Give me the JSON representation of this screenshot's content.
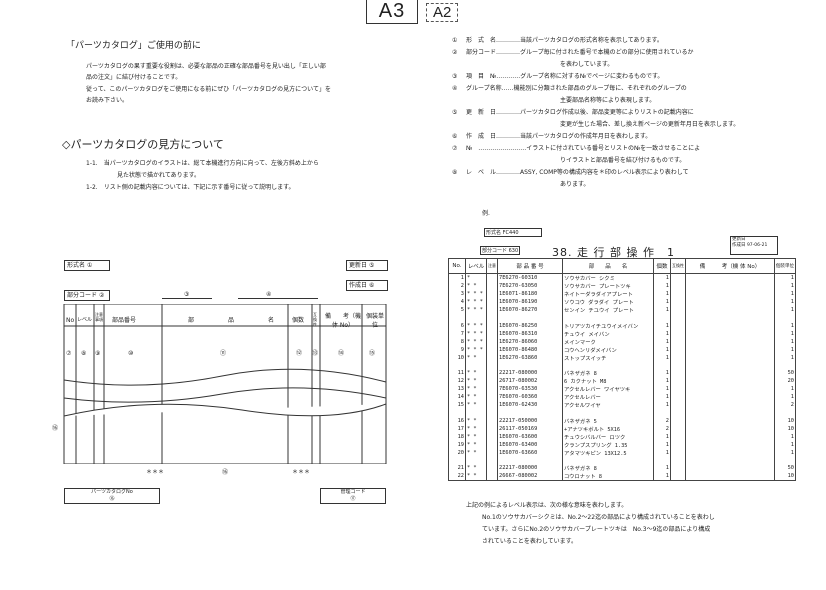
{
  "header": {
    "a3": "A3",
    "a2": "A2"
  },
  "left": {
    "title": "「パーツカタログ」ご使用の前に",
    "intro": [
      "パーツカタログの果す重要な役割は、必要な部品の正確な部品番号を見い出し「正しい部",
      "品の注文」に結び付けることです。",
      "従って、このパーツカタログをご使用になる前にぜひ「パーツカタログの見方について」を",
      "お読み下さい。"
    ],
    "section_title": "◇パーツカタログの見方について",
    "items": [
      "1-1.　当パーツカタログのイラストは、総て本機進行方向に向って、左後方斜め上から",
      "見た状態で描かれてあります。",
      "1-2.　リスト側の記載内容については、下記に示す番号に従って説明します。"
    ],
    "diagram": {
      "model_label": "形式名",
      "model_num": "①",
      "update_label": "更新日",
      "update_num": "⑤",
      "create_label": "作成日",
      "create_num": "⑥",
      "group_label": "部分コード",
      "group_num": "②",
      "num3": "③",
      "num4": "④",
      "cols": [
        "No",
        "レベル",
        "注意事項",
        "部品番号",
        "部",
        "品",
        "名",
        "個数",
        "互換性",
        "備　　考（機体 No）",
        "個装単位"
      ],
      "nums": [
        "⑦",
        "⑧",
        "⑨",
        "⑩",
        "⑪",
        "⑫",
        "⑬",
        "⑭",
        "⑮"
      ],
      "num16": "⑯",
      "stars": "＊＊＊",
      "catalog_no_label": "パーツカタログNo",
      "catalog_no_val": "⑯",
      "mgmt_label": "管理コード",
      "mgmt_val": "⑰"
    }
  },
  "right": {
    "defs": [
      {
        "n": "①",
        "text": "形　式　名…………当該パーツカタログの形式名称を表示してあります。"
      },
      {
        "n": "②",
        "text": "部分コード…………グループ毎に付された番号で本機のどの部分に使用されているか"
      },
      {
        "n": "",
        "text": "を表わしています。"
      },
      {
        "n": "③",
        "text": "項　目　№…………グループ名称に対する№でページに変わるものです。"
      },
      {
        "n": "④",
        "text": "グループ名称……機能別に分類された部品のグループ毎に、それぞれのグループの"
      },
      {
        "n": "",
        "text": "主要部品名称等により表現します。"
      },
      {
        "n": "⑤",
        "text": "更　新　日…………パーツカタログ作成以後、部品変更等によりリストの記載内容に"
      },
      {
        "n": "",
        "text": "変更が生じた場合、差し換え新ページの更新年月日を表示します。"
      },
      {
        "n": "⑥",
        "text": "作　成　日…………当該パーツカタログの作成年月日を表わします。"
      },
      {
        "n": "⑦",
        "text": "№　……………………イラストに付されている番号とリストの№を一致させることによ"
      },
      {
        "n": "",
        "text": "りイラストと部品番号を結び付けるものです。"
      },
      {
        "n": "⑧",
        "text": "レ　ベ　ル…………ASSY, COMP等の構成内容を＊印のレベル表示により表わして"
      },
      {
        "n": "",
        "text": "あります。"
      }
    ],
    "example_label": "例.",
    "ex_model_label": "形式名",
    "ex_model": "FC440",
    "ex_group_label": "部分コード",
    "ex_group": "630",
    "ex_title": "38. 走 行 部 操 作　1",
    "ex_update_label": "更新日",
    "ex_create_label": "作成日",
    "ex_date": "97-06-21",
    "ex_cols": [
      "No.",
      "レベル",
      "注意",
      "部 品 番 号",
      "部　　品　　名",
      "個数",
      "互換性",
      "備　　　考（機 体 No）",
      "個装単位"
    ],
    "rows": [
      [
        "1",
        "*",
        "7E6270-60310",
        "ソウサカバー シクミ",
        "1",
        "",
        "1"
      ],
      [
        "2",
        "* *",
        "7E6270-63050",
        "ソウサカバー プレートツキ",
        "1",
        "",
        "1"
      ],
      [
        "3",
        "* * *",
        "1E6071-86180",
        "ネイトーダラダイアプレート",
        "1",
        "",
        "1"
      ],
      [
        "4",
        "* * *",
        "1E6070-86190",
        "ソウコウ ダラダイ プレート",
        "1",
        "",
        "1"
      ],
      [
        "5",
        "* * *",
        "1E6070-86270",
        "センイン チユウイ プレート",
        "1",
        "",
        "1"
      ],
      [
        "6",
        "* * *",
        "1E6070-86250",
        "トリアツカイチユウイメイバン",
        "1",
        "",
        "1"
      ],
      [
        "7",
        "* * *",
        "1E6070-86310",
        "チュウイ メイバン",
        "1",
        "",
        "1"
      ],
      [
        "8",
        "* * *",
        "1E6270-86060",
        "メインマーク",
        "1",
        "",
        "1"
      ],
      [
        "9",
        "* * *",
        "1E6070-86480",
        "コウヘンリダメイバン",
        "1",
        "",
        "1"
      ],
      [
        "10",
        "* *",
        "1E6270-63860",
        "ストップスイッチ",
        "1",
        "",
        "1"
      ],
      [
        "11",
        "* *",
        "22217-080000",
        "バネザガネ 8",
        "1",
        "",
        "50"
      ],
      [
        "12",
        "* *",
        "26717-080002",
        "6 カクナット M8",
        "1",
        "",
        "20"
      ],
      [
        "13",
        "* *",
        "7E6070-63530",
        "アクセルレバー ワイヤツキ",
        "1",
        "",
        "1"
      ],
      [
        "14",
        "* *",
        "7E6070-60360",
        "アクセルレバー",
        "1",
        "",
        "1"
      ],
      [
        "15",
        "* *",
        "1E6070-62430",
        "アクセルワイヤ",
        "1",
        "",
        "2"
      ],
      [
        "16",
        "* *",
        "22217-050000",
        "バネザガネ 5",
        "2",
        "",
        "10"
      ],
      [
        "17",
        "* *",
        "26117-050169",
        "+アナツキボルト 5X16",
        "2",
        "",
        "10"
      ],
      [
        "18",
        "* *",
        "1E6070-63600",
        "チュウシバルバー ロツク",
        "1",
        "",
        "1"
      ],
      [
        "19",
        "* *",
        "1E6070-63400",
        "クランプスプリング 1.35",
        "1",
        "",
        "1"
      ],
      [
        "20",
        "* *",
        "1E6070-63660",
        "アタマツキピン 13X12.5",
        "1",
        "",
        "1"
      ],
      [
        "21",
        "* *",
        "22217-080000",
        "バネザガネ 8",
        "1",
        "",
        "50"
      ],
      [
        "22",
        "* *",
        "26667-080002",
        "コウロナット 8",
        "1",
        "",
        "10"
      ]
    ],
    "footer": [
      "上記の例によるレベル表示は、次の様な意味を表わします。",
      "No.1のソウサカバーシクミは、No.2〜22迄の部品により構成されていることを表わし",
      "ています。さらにNo.2のソウサカバープレートツキは　No.3〜9迄の部品により構成",
      "されていることを表わしています。"
    ]
  }
}
